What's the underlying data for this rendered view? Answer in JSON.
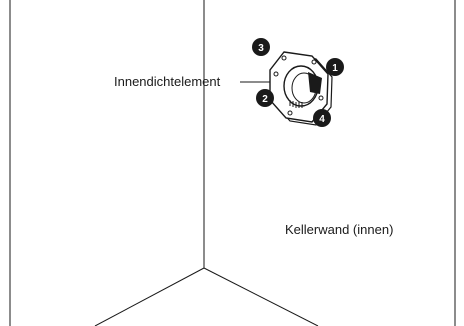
{
  "labels": {
    "seal_element": "Innendichtelement",
    "wall": "Kellerwand (innen)"
  },
  "callouts": [
    "1",
    "2",
    "3",
    "4"
  ],
  "colors": {
    "line": "#1a1a1a",
    "badge": "#1a1a1a",
    "background": "#ffffff"
  }
}
